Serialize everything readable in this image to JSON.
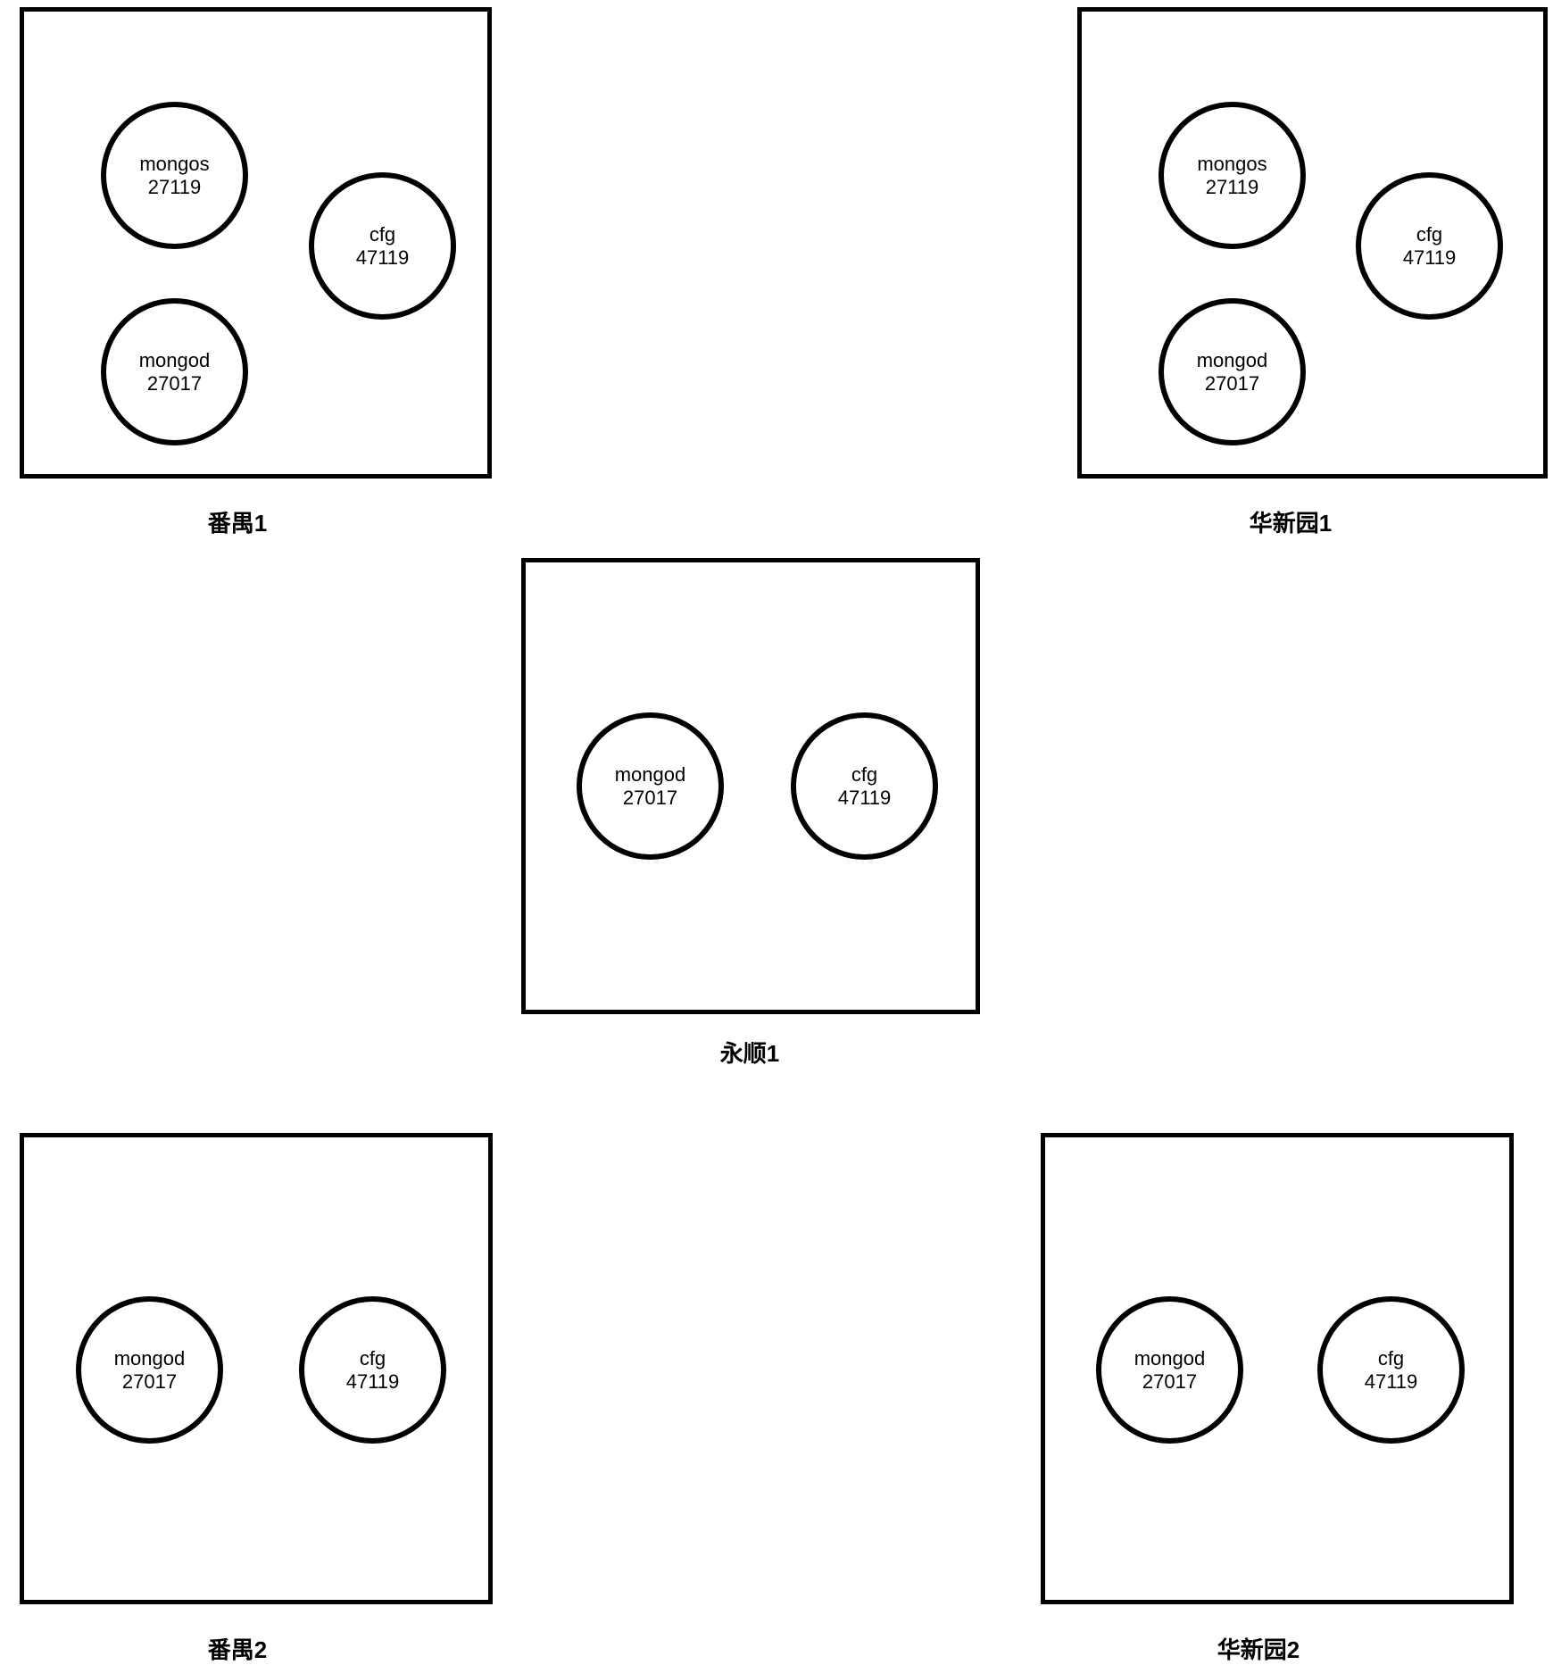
{
  "sites": {
    "panyu1": {
      "label": "番禺1",
      "mongos": {
        "name": "mongos",
        "port": "27119"
      },
      "mongod": {
        "name": "mongod",
        "port": "27017"
      },
      "cfg": {
        "name": "cfg",
        "port": "47119"
      }
    },
    "huaxin1": {
      "label": "华新园1",
      "mongos": {
        "name": "mongos",
        "port": "27119"
      },
      "mongod": {
        "name": "mongod",
        "port": "27017"
      },
      "cfg": {
        "name": "cfg",
        "port": "47119"
      }
    },
    "yongshun": {
      "label": "永顺1",
      "mongod": {
        "name": "mongod",
        "port": "27017"
      },
      "cfg": {
        "name": "cfg",
        "port": "47119"
      }
    },
    "panyu2": {
      "label": "番禺2",
      "mongod": {
        "name": "mongod",
        "port": "27017"
      },
      "cfg": {
        "name": "cfg",
        "port": "47119"
      }
    },
    "huaxin2": {
      "label": "华新园2",
      "mongod": {
        "name": "mongod",
        "port": "27017"
      },
      "cfg": {
        "name": "cfg",
        "port": "47119"
      }
    }
  }
}
